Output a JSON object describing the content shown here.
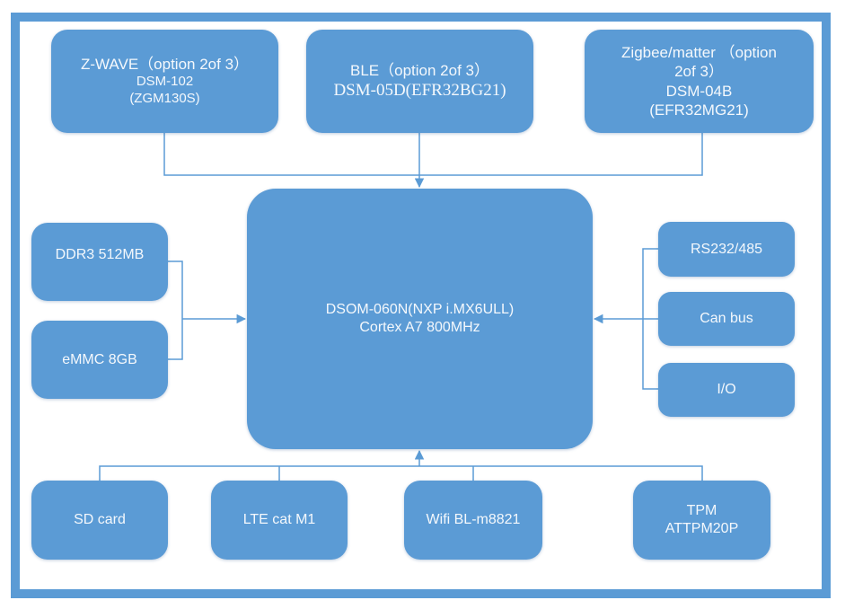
{
  "diagram": {
    "title": "",
    "colors": {
      "box_fill": "#5b9bd5",
      "frame": "#5b9bd5",
      "connector": "#5b9bd5",
      "text": "#f4f8fc"
    },
    "top_modules": [
      {
        "id": "zwave",
        "lines": [
          "Z-WAVE（option 2of 3）",
          "DSM-102",
          "(ZGM130S)"
        ]
      },
      {
        "id": "ble",
        "lines": [
          "BLE（option 2of 3）",
          "DSM-05D(EFR32BG21)"
        ]
      },
      {
        "id": "zigbee",
        "lines": [
          "Zigbee/matter （option",
          "2of 3）",
          "DSM-04B",
          "(EFR32MG21)"
        ]
      }
    ],
    "cpu": {
      "lines": [
        "DSOM-060N(NXP i.MX6ULL)",
        "Cortex A7 800MHz"
      ]
    },
    "left_modules": [
      {
        "id": "ddr3",
        "label": "DDR3 512MB"
      },
      {
        "id": "emmc",
        "label": "eMMC 8GB"
      }
    ],
    "right_modules": [
      {
        "id": "rs232",
        "label": "RS232/485"
      },
      {
        "id": "canbus",
        "label": "Can bus"
      },
      {
        "id": "io",
        "label": "I/O"
      }
    ],
    "bottom_modules": [
      {
        "id": "sdcard",
        "lines": [
          "SD card"
        ]
      },
      {
        "id": "lte",
        "lines": [
          "LTE cat M1"
        ]
      },
      {
        "id": "wifi",
        "lines": [
          "Wifi BL-m8821"
        ]
      },
      {
        "id": "tpm",
        "lines": [
          "TPM",
          "ATTPM20P"
        ]
      }
    ],
    "connections": [
      {
        "from": [
          "zwave",
          "ble",
          "zigbee"
        ],
        "to": "cpu",
        "arrow": "down"
      },
      {
        "from": [
          "ddr3",
          "emmc"
        ],
        "to": "cpu",
        "arrow": "right"
      },
      {
        "from": [
          "rs232",
          "canbus",
          "io"
        ],
        "to": "cpu",
        "arrow": "left"
      },
      {
        "from": [
          "sdcard",
          "lte",
          "wifi",
          "tpm"
        ],
        "to": "cpu",
        "arrow": "up"
      }
    ]
  }
}
